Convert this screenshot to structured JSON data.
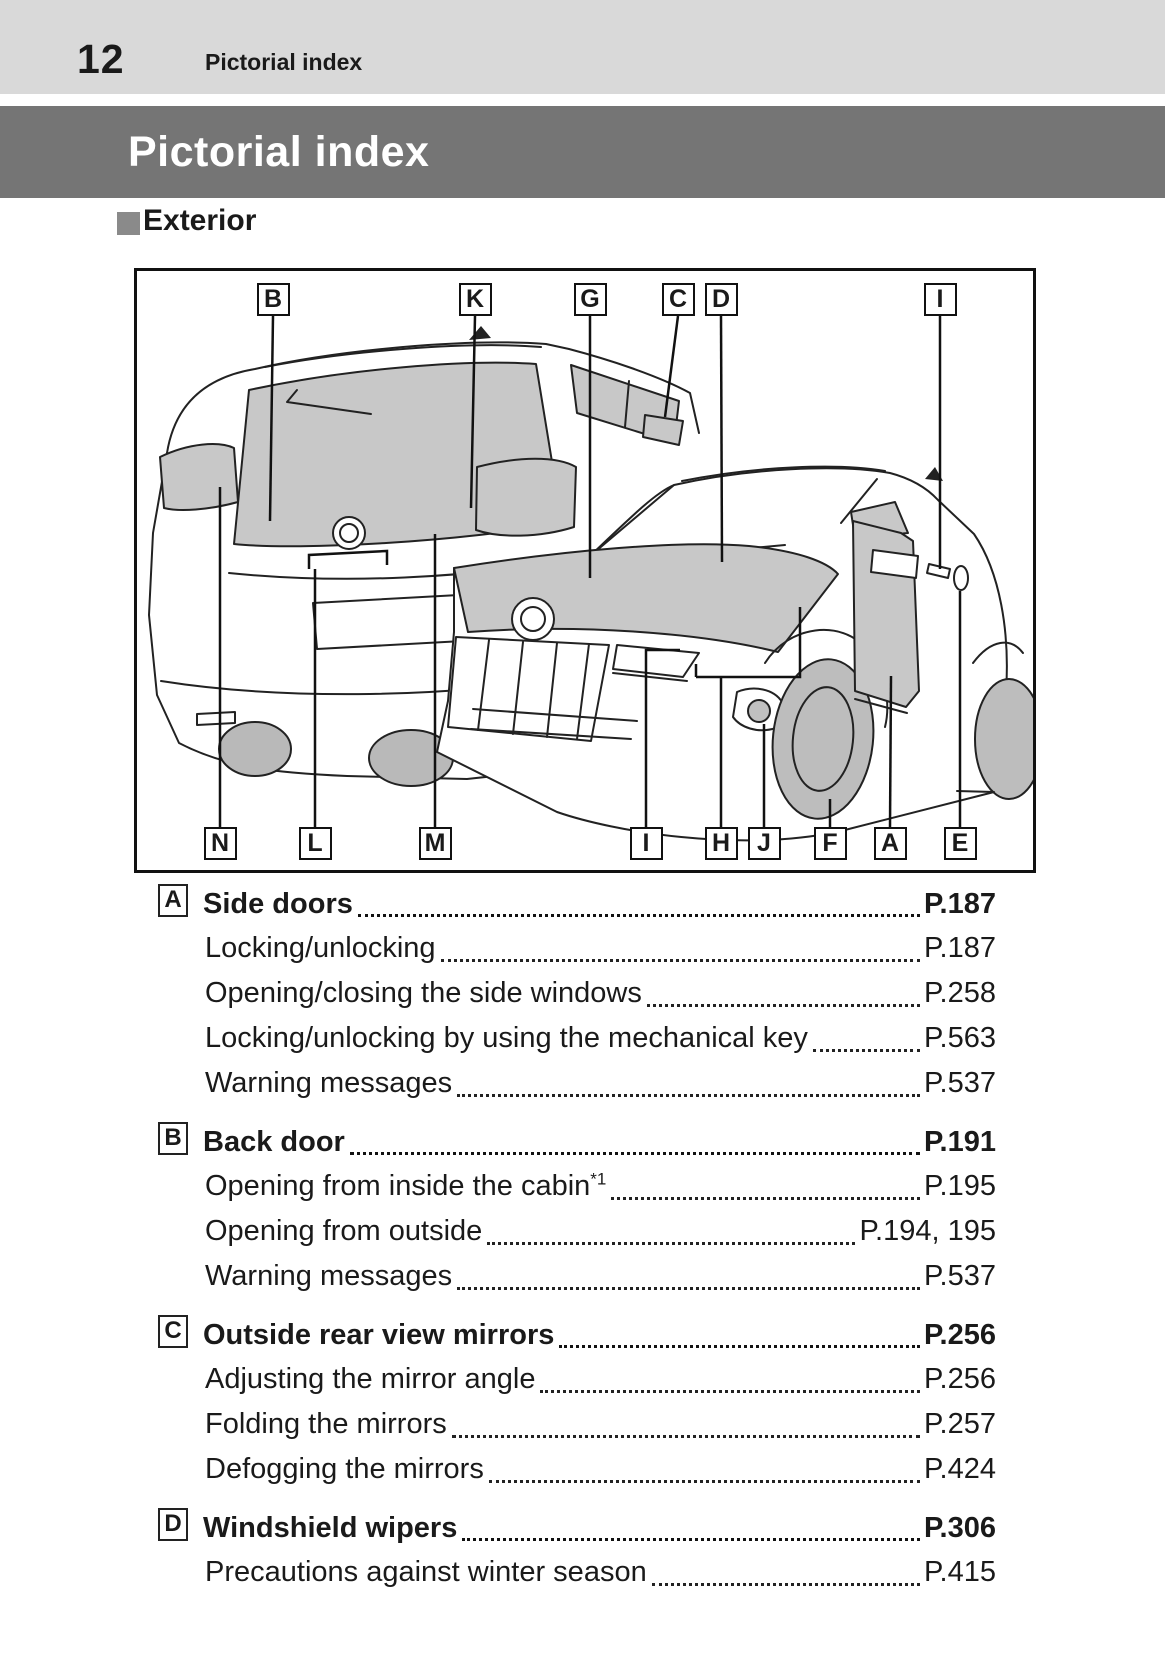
{
  "page": {
    "page_number": "12",
    "header_title": "Pictorial index",
    "banner_title": "Pictorial index",
    "section_heading": "Exterior"
  },
  "diagram": {
    "top_labels": [
      "B",
      "K",
      "G",
      "C",
      "D",
      "I"
    ],
    "bottom_labels": [
      "N",
      "L",
      "M",
      "I",
      "H",
      "J",
      "F",
      "A",
      "E"
    ]
  },
  "toc": {
    "sections": [
      {
        "letter": "A",
        "title": "Side doors",
        "page": "P.187",
        "items": [
          {
            "title": "Locking/unlocking",
            "page": "P.187"
          },
          {
            "title": "Opening/closing the side windows",
            "page": "P.258"
          },
          {
            "title": "Locking/unlocking by using the mechanical key",
            "page": "P.563"
          },
          {
            "title": "Warning messages",
            "page": "P.537"
          }
        ]
      },
      {
        "letter": "B",
        "title": "Back door",
        "page": "P.191",
        "items": [
          {
            "title": "Opening from inside the cabin",
            "sup": "*1",
            "page": "P.195"
          },
          {
            "title": "Opening from outside",
            "page": "P.194, 195"
          },
          {
            "title": "Warning messages",
            "page": "P.537"
          }
        ]
      },
      {
        "letter": "C",
        "title": "Outside rear view mirrors",
        "page": "P.256",
        "items": [
          {
            "title": "Adjusting the mirror angle",
            "page": "P.256"
          },
          {
            "title": "Folding the mirrors",
            "page": "P.257"
          },
          {
            "title": "Defogging the mirrors",
            "page": "P.424"
          }
        ]
      },
      {
        "letter": "D",
        "title": "Windshield wipers",
        "page": "P.306",
        "items": [
          {
            "title": "Precautions against winter season",
            "page": "P.415"
          }
        ]
      }
    ]
  },
  "colors": {
    "top_band": "#d9d9d9",
    "banner": "#757575",
    "banner_text": "#ffffff",
    "section_square": "#8a8a8a",
    "line_art": "#222222",
    "shade": "#c8c8c8",
    "text": "#1a1a1a"
  }
}
